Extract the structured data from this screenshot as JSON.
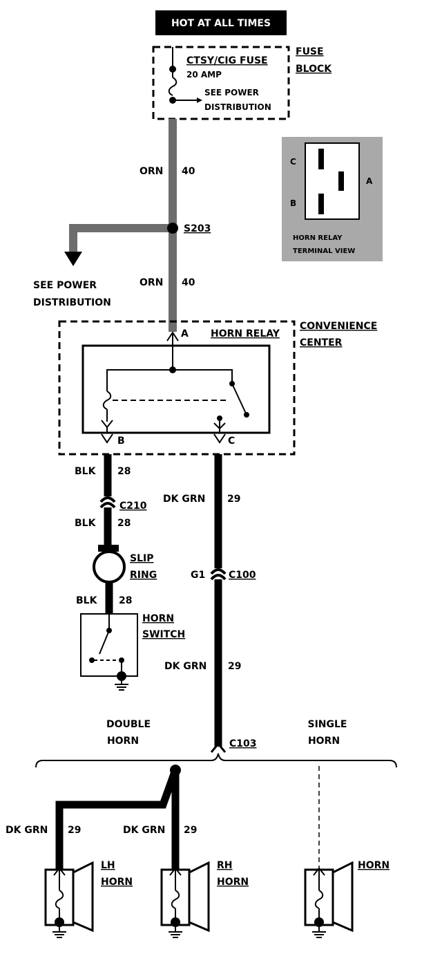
{
  "header": {
    "hot_label": "HOT AT ALL TIMES"
  },
  "fuse_block": {
    "fuse_name": "CTSY/CIG FUSE",
    "fuse_rating": "20 AMP",
    "see_power_line1": "SEE POWER",
    "see_power_line2": "DISTRIBUTION",
    "block_label_line1": "FUSE",
    "block_label_line2": "BLOCK"
  },
  "terminal_view": {
    "pin_c": "C",
    "pin_a": "A",
    "pin_b": "B",
    "caption_line1": "HORN RELAY",
    "caption_line2": "TERMINAL VIEW"
  },
  "wires": {
    "orn_upper": {
      "color": "ORN",
      "circuit": "40"
    },
    "orn_lower": {
      "color": "ORN",
      "circuit": "40"
    },
    "blk_upper": {
      "color": "BLK",
      "circuit": "28"
    },
    "blk_middle": {
      "color": "BLK",
      "circuit": "28"
    },
    "blk_lower": {
      "color": "BLK",
      "circuit": "28"
    },
    "dkgrn_upper": {
      "color": "DK GRN",
      "circuit": "29"
    },
    "dkgrn_lower": {
      "color": "DK GRN",
      "circuit": "29"
    },
    "dkgrn_lh": {
      "color": "DK GRN",
      "circuit": "29"
    },
    "dkgrn_rh": {
      "color": "DK GRN",
      "circuit": "29"
    }
  },
  "splice": {
    "name": "S203"
  },
  "see_power_left": {
    "line1": "SEE POWER",
    "line2": "DISTRIBUTION"
  },
  "convenience_center": {
    "label_line1": "CONVENIENCE",
    "label_line2": "CENTER",
    "relay_name": "HORN RELAY",
    "terminal_a": "A",
    "terminal_b": "B",
    "terminal_c": "C"
  },
  "connectors": {
    "c210": "C210",
    "c100": "C100",
    "c100_pin": "G1",
    "c103": "C103"
  },
  "slip_ring": {
    "line1": "SLIP",
    "line2": "RING"
  },
  "horn_switch": {
    "line1": "HORN",
    "line2": "SWITCH"
  },
  "options": {
    "double_line1": "DOUBLE",
    "double_line2": "HORN",
    "single_line1": "SINGLE",
    "single_line2": "HORN"
  },
  "horns": {
    "lh_line1": "LH",
    "lh_line2": "HORN",
    "rh_line1": "RH",
    "rh_line2": "HORN",
    "single": "HORN"
  }
}
